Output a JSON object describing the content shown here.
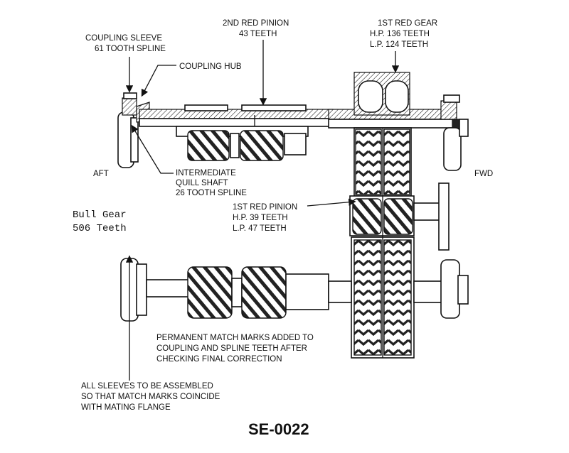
{
  "drawing_id": "SE-0022",
  "labels": {
    "coupling_sleeve": [
      "COUPLING SLEEVE",
      "61 TOOTH SPLINE"
    ],
    "coupling_hub": [
      "COUPLING HUB"
    ],
    "second_red_pinion": [
      "2ND RED PINION",
      "43 TEETH"
    ],
    "first_red_gear": [
      "1ST RED GEAR",
      "H.P. 136 TEETH",
      "L.P. 124 TEETH"
    ],
    "aft": "AFT",
    "fwd": "FWD",
    "intermediate_quill_shaft": [
      "INTERMEDIATE",
      "QUILL SHAFT",
      "26 TOOTH SPLINE"
    ],
    "bull_gear": [
      "Bull Gear",
      "506 Teeth"
    ],
    "first_red_pinion": [
      "1ST RED PINION",
      "H.P. 39 TEETH",
      "L.P. 47 TEETH"
    ],
    "match_marks_note": [
      "PERMANENT MATCH MARKS ADDED TO",
      "COUPLING AND SPLINE TEETH AFTER",
      "CHECKING FINAL CORRECTION"
    ],
    "sleeves_note": [
      "ALL SLEEVES TO BE ASSEMBLED",
      "SO THAT MATCH MARKS COINCIDE",
      "WITH MATING FLANGE"
    ]
  }
}
